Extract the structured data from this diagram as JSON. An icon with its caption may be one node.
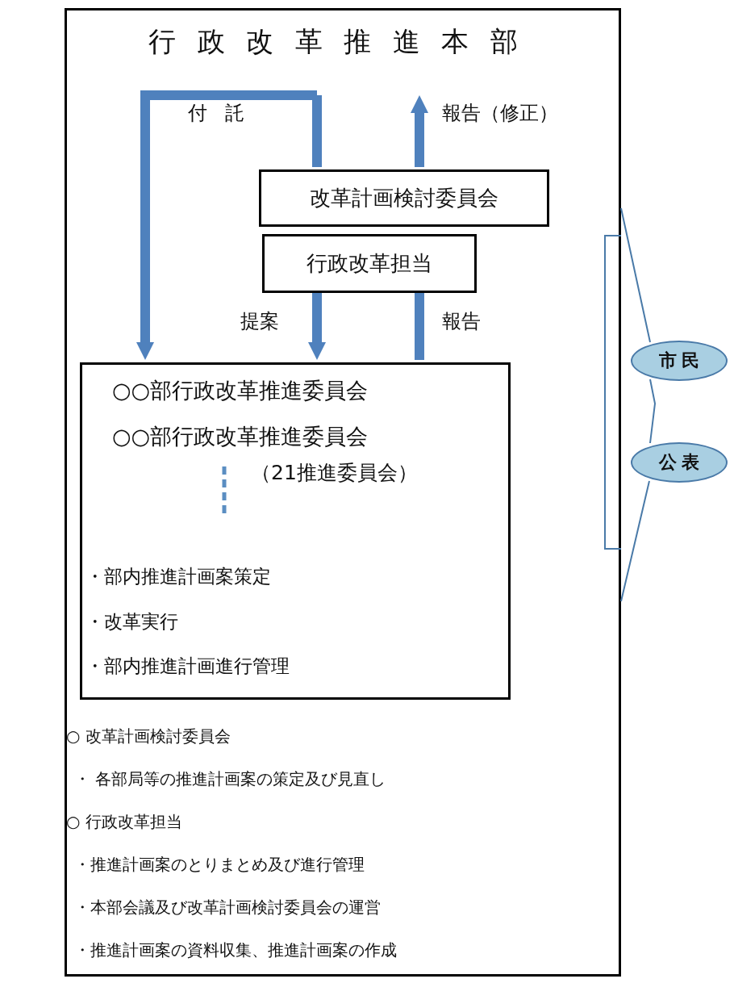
{
  "diagram": {
    "nodes": [
      {
        "text": [],
        "shape": "box"
      },
      {
        "text": [
          "行政改革推進本部"
        ],
        "in": 0
      },
      {
        "text": [
          "改革計画検討委員会"
        ],
        "in": 0
      },
      {
        "text": [
          "行政改革担当"
        ],
        "in": 0
      },
      {
        "text": [
          "○○部行政改革推進委員会",
          "○○部行政改革推進委員会",
          "（21推進委員会）",
          "・部内推進計画案策定",
          "・改革実行",
          "・部内推進計画進行管理"
        ],
        "in": 0
      },
      {
        "text": [
          "市民"
        ]
      },
      {
        "text": [
          "公表"
        ]
      }
    ],
    "edges": [
      {
        "from": 1,
        "to": 4,
        "arrow": "to",
        "label": "付託"
      },
      {
        "from": 1,
        "to": 2,
        "arrow": "none"
      },
      {
        "from": 3,
        "to": 4,
        "arrow": "to",
        "label": "提案"
      },
      {
        "from": 4,
        "to": 3,
        "arrow": "none",
        "label": "報告"
      },
      {
        "from": 2,
        "to": 1,
        "arrow": "to",
        "label": "報告（修正）"
      }
    ],
    "labels": [
      "○ 改革計画検討委員会",
      "・ 各部局等の推進計画案の策定及び見直し",
      "○ 行政改革担当",
      "・推進計画案のとりまとめ及び進行管理",
      "・本部会議及び改革計画検討委員会の運営",
      "・推進計画案の資料収集、推進計画案の作成"
    ]
  }
}
